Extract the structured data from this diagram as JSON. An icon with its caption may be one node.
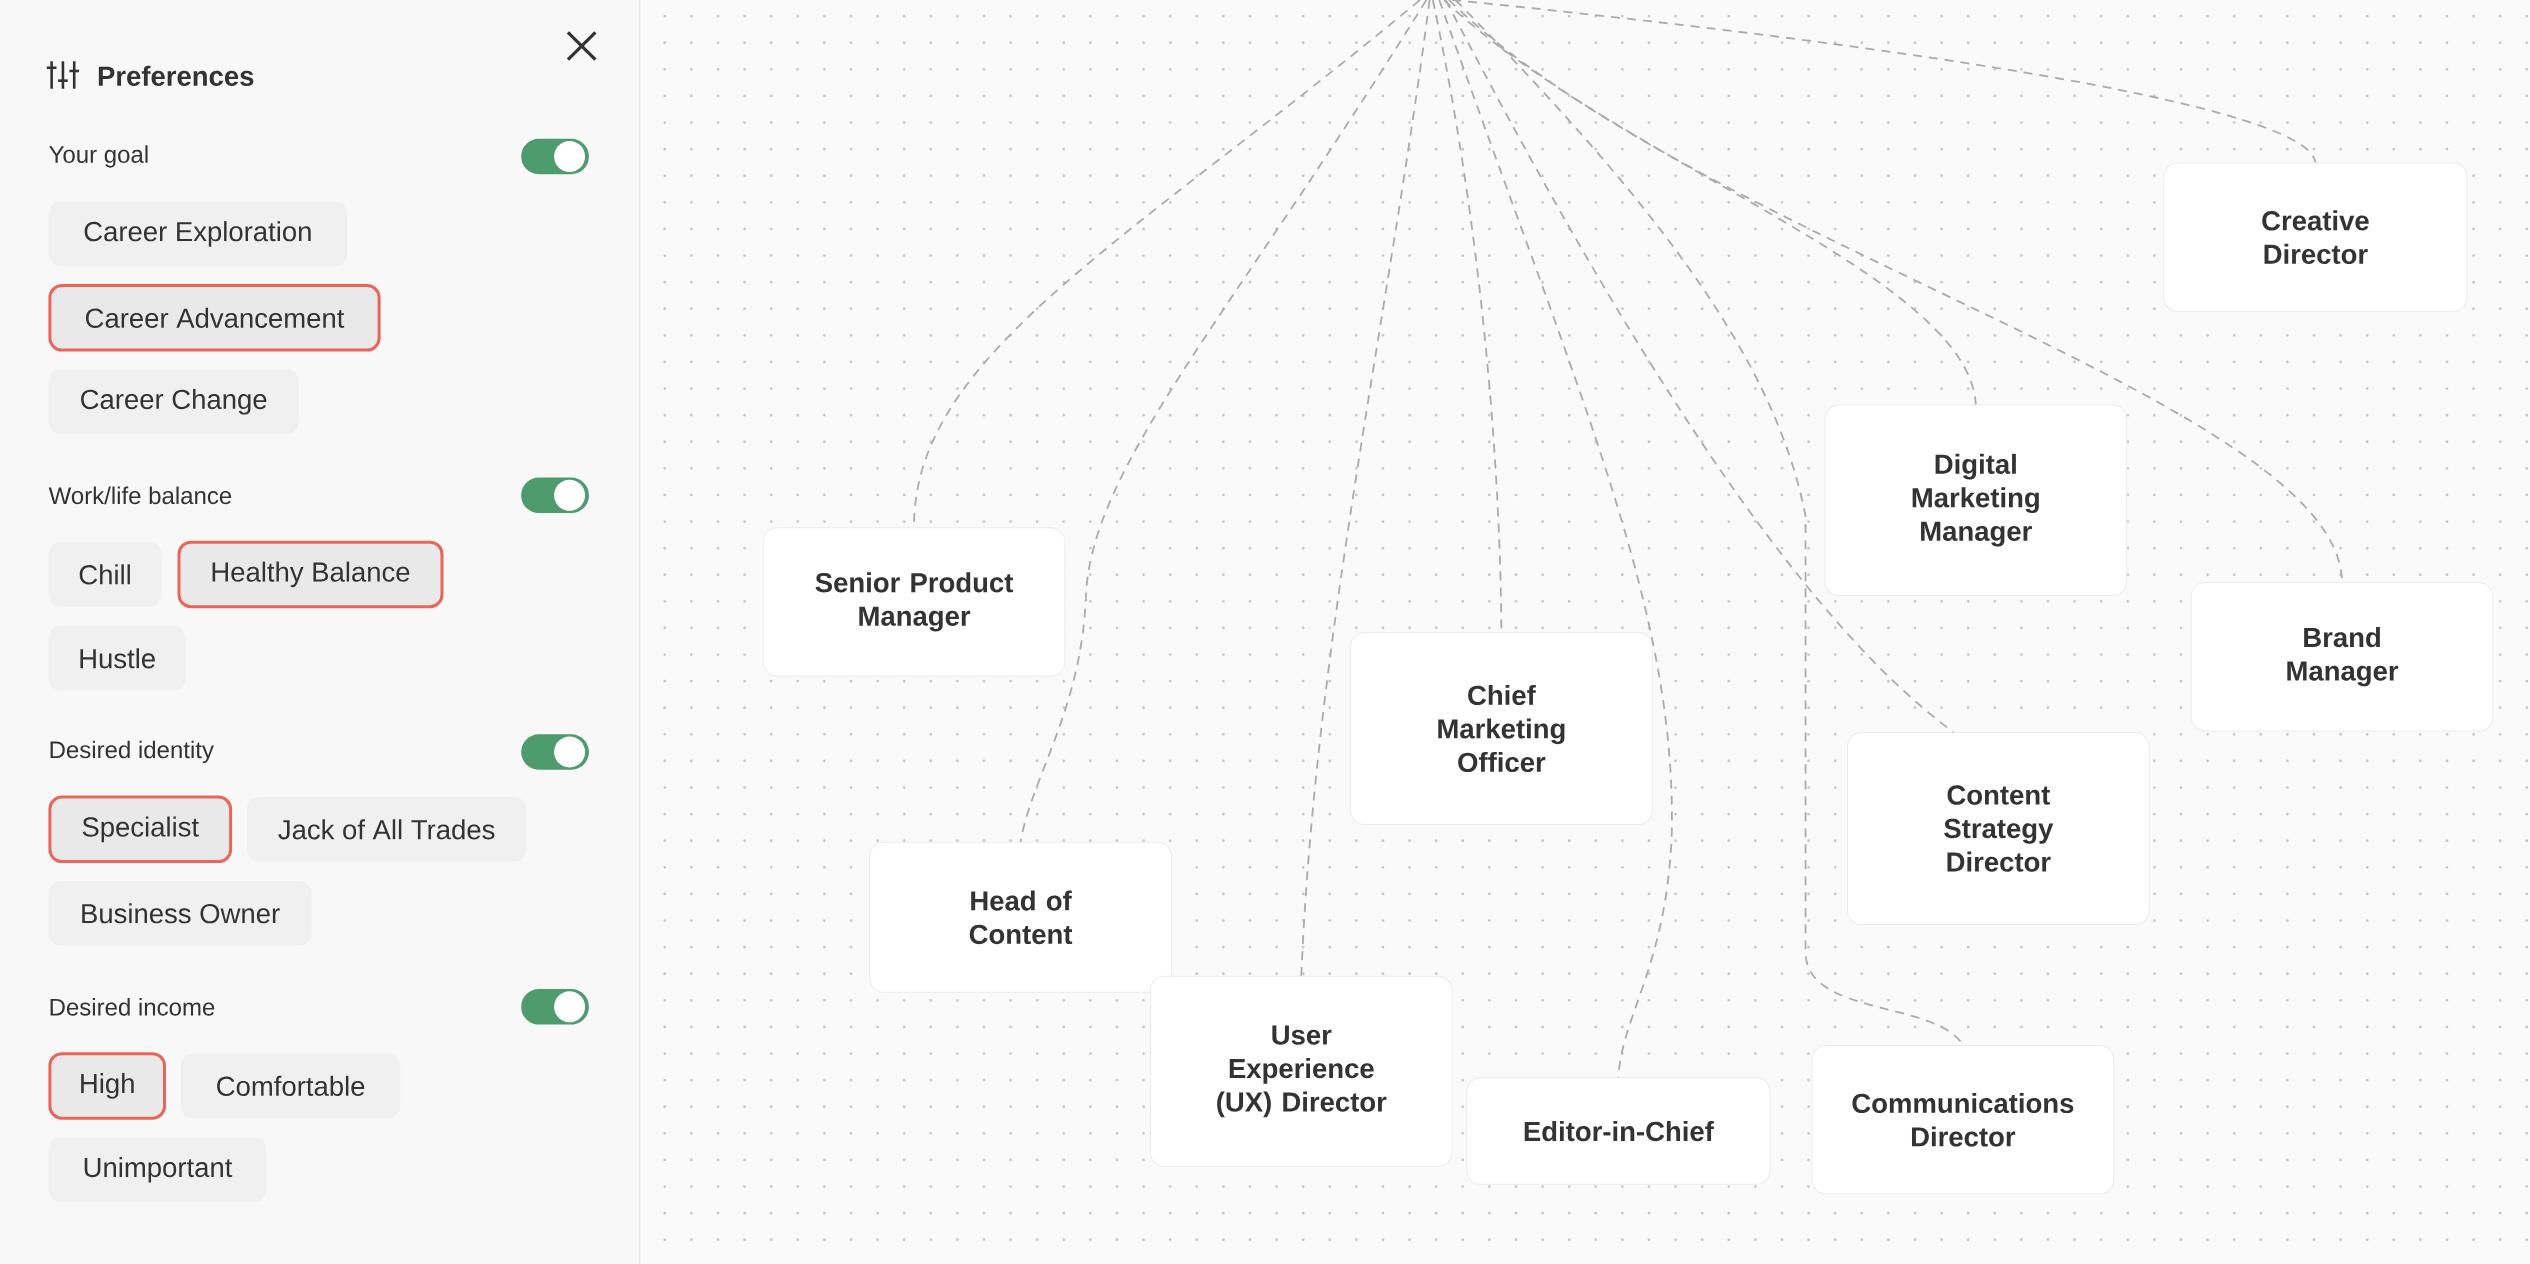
{
  "diagram": {
    "nodes": [
      {
        "text": [
          "Creative Director"
        ]
      },
      {
        "text": [
          "Digital Marketing Manager"
        ]
      },
      {
        "text": [
          "Senior Product Manager"
        ]
      },
      {
        "text": [
          "Brand Manager"
        ]
      },
      {
        "text": [
          "Chief Marketing Officer"
        ]
      },
      {
        "text": [
          "Content Strategy Director"
        ]
      },
      {
        "text": [
          "Head of Content"
        ]
      },
      {
        "text": [
          "User Experience (UX) Director"
        ]
      },
      {
        "text": [
          "Communications Director"
        ]
      },
      {
        "text": [
          "Editor-in-Chief"
        ]
      }
    ],
    "edges": [
      {
        "from": null,
        "to": 0,
        "arrow": "none",
        "style": "dashed"
      },
      {
        "from": null,
        "to": 1,
        "arrow": "none",
        "style": "dashed"
      },
      {
        "from": null,
        "to": 2,
        "arrow": "none",
        "style": "dashed"
      },
      {
        "from": null,
        "to": 3,
        "arrow": "none",
        "style": "dashed"
      },
      {
        "from": null,
        "to": 4,
        "arrow": "none",
        "style": "dashed"
      },
      {
        "from": null,
        "to": 5,
        "arrow": "none",
        "style": "dashed"
      },
      {
        "from": null,
        "to": 6,
        "arrow": "none",
        "style": "dashed"
      },
      {
        "from": null,
        "to": 7,
        "arrow": "none",
        "style": "dashed"
      },
      {
        "from": null,
        "to": 9,
        "arrow": "none",
        "style": "dashed"
      },
      {
        "from": null,
        "to": 8,
        "arrow": "none",
        "style": "dashed"
      }
    ],
    "labels": [
      "Preferences",
      "Your goal",
      "Career Exploration",
      "Career Advancement",
      "Career Change",
      "Work/life balance",
      "Chill",
      "Healthy Balance",
      "Hustle",
      "Desired identity",
      "Specialist",
      "Jack of All Trades",
      "Business Owner",
      "Desired income",
      "High",
      "Comfortable",
      "Unimportant"
    ]
  }
}
